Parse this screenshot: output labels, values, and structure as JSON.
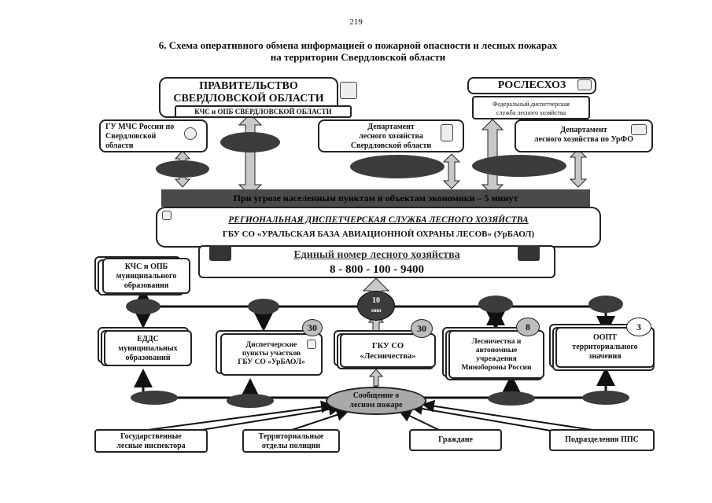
{
  "page_number": "219",
  "title": {
    "line1": "6. Схема оперативного обмена информацией о пожарной опасности и лесных пожарах",
    "line2": "на территории Свердловской области"
  },
  "top": {
    "government_line1": "ПРАВИТЕЛЬСТВО",
    "government_line2": "СВЕРДЛОВСКОЙ ОБЛАСТИ",
    "government_sub": "КЧС и ОПБ СВЕРДЛОВСКОЙ ОБЛАСТИ",
    "roslesхoz": "РОСЛЕСХОЗ",
    "roslesхoz_sub_line1": "Федеральный диспетчерская",
    "roslesхoz_sub_line2": "служба лесного хозяйства",
    "mchs_line1": "ГУ МЧС России по",
    "mchs_line2": "Свердловской",
    "mchs_line3": "области",
    "dept_line1": "Департамент",
    "dept_line2": "лесного хозяйства",
    "dept_line3": "Свердловской области",
    "urfo_line1": "Департамент",
    "urfo_line2": "лесного хозяйства по УрФО"
  },
  "banner": "При угрозе населенным пунктам и объектам экономики – 5 минут",
  "rds": {
    "line1": "РЕГИОНАЛЬНАЯ ДИСПЕТЧЕРСКАЯ СЛУЖБА ЛЕСНОГО ХОЗЯЙСТВА",
    "line2": "ГБУ СО «УРАЛЬСКАЯ БАЗА АВИАЦИОННОЙ ОХРАНЫ ЛЕСОВ» (УрБАОЛ)"
  },
  "hotline": {
    "label": "Единый номер лесного хозяйства",
    "number": "8 - 800 - 100 - 9400"
  },
  "middle": {
    "kchs_line1": "КЧС и ОПБ",
    "kchs_line2": "муниципального",
    "kchs_line3": "образования",
    "center_badge_line1": "10",
    "center_badge_line2": "мин"
  },
  "lower": {
    "edds_line1": "ЕДДС",
    "edds_line2": "муниципальных",
    "edds_line3": "образований",
    "dispatch_line1": "Диспетчерские",
    "dispatch_line2": "пункты участков",
    "dispatch_line3": "ГБУ СО «УрБАОЛ»",
    "dispatch_count": "30",
    "gku_line1": "ГКУ СО",
    "gku_line2": "«Лесничества»",
    "gku_count": "30",
    "forest_line1": "Лесничества и",
    "forest_line2": "автономные",
    "forest_line3": "учреждения",
    "forest_line4": "Минобороны России",
    "forest_count": "8",
    "oopt_line1": "ООПТ",
    "oopt_line2": "территориального",
    "oopt_line3": "значения",
    "oopt_count": "3"
  },
  "report": {
    "line1": "Сообщение о",
    "line2": "лесном пожаре"
  },
  "sources": {
    "s1_line1": "Государственные",
    "s1_line2": "лесные инспектора",
    "s2_line1": "Территориальные",
    "s2_line2": "отделы полиции",
    "s3": "Граждане",
    "s4": "Подразделения ППС"
  },
  "colors": {
    "dark_fill": "#4a4a4a",
    "arrow_fill": "#c8c8c8",
    "circle_fill": "#bdbdbd",
    "ellipse_fill": "#3c3c3c",
    "report_fill": "#a9a9a9"
  }
}
